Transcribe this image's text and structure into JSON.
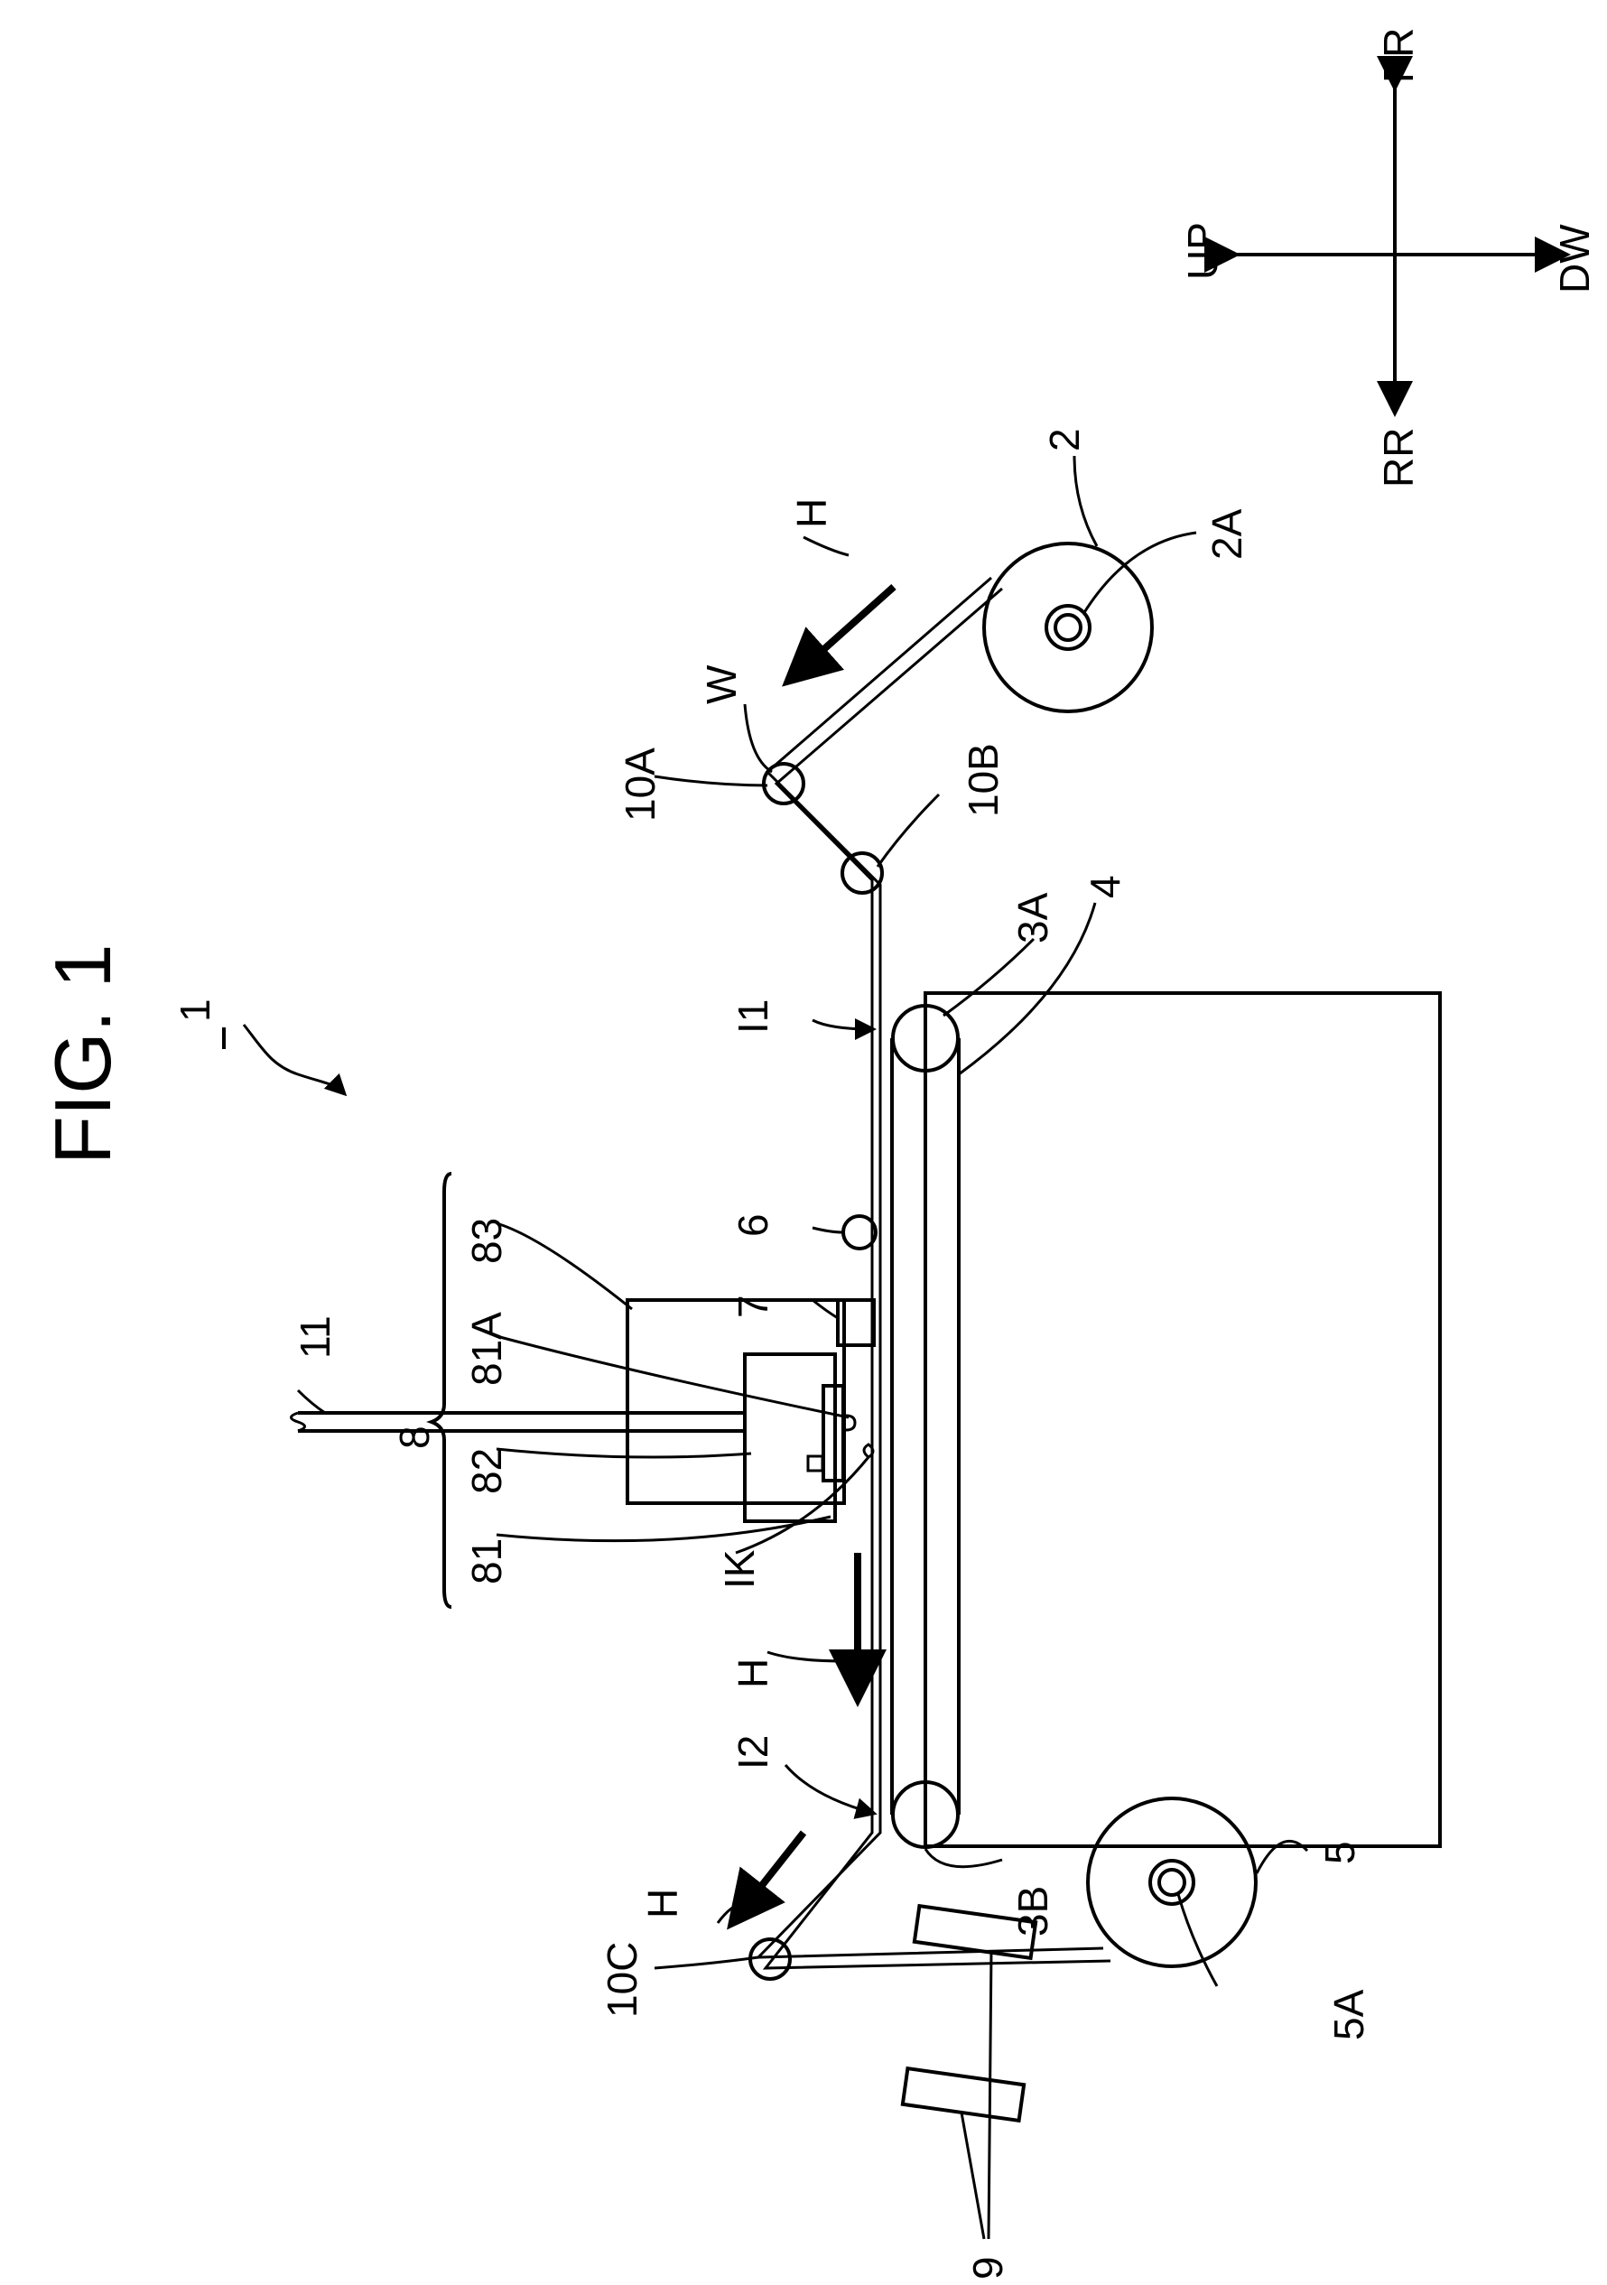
{
  "figure": {
    "title": "FIG. 1",
    "apparatus_ref": "1"
  },
  "directions": {
    "front": "FR",
    "rear": "RR",
    "upstream": "UP",
    "downstream": "DW"
  },
  "labels": {
    "feed_roll": "2",
    "feed_roll_shaft": "2A",
    "web": "W",
    "guide_roller_10a": "10A",
    "guide_roller_10b": "10B",
    "guide_roller_10c": "10C",
    "belt_roller_3a": "3A",
    "belt_roller_3b": "3B",
    "belt": "4",
    "wind_roll": "5",
    "wind_roll_shaft": "5A",
    "roller_6": "6",
    "sensor_7": "7",
    "unit_8": "8",
    "head_81": "81",
    "head_81a": "81A",
    "part_82": "82",
    "part_83": "83",
    "dryers_9": "9",
    "pipe_11": "11",
    "image_i1": "I1",
    "image_i2": "I2",
    "ink": "IK",
    "transport_h1": "H",
    "transport_h2": "H",
    "transport_h3": "H"
  }
}
